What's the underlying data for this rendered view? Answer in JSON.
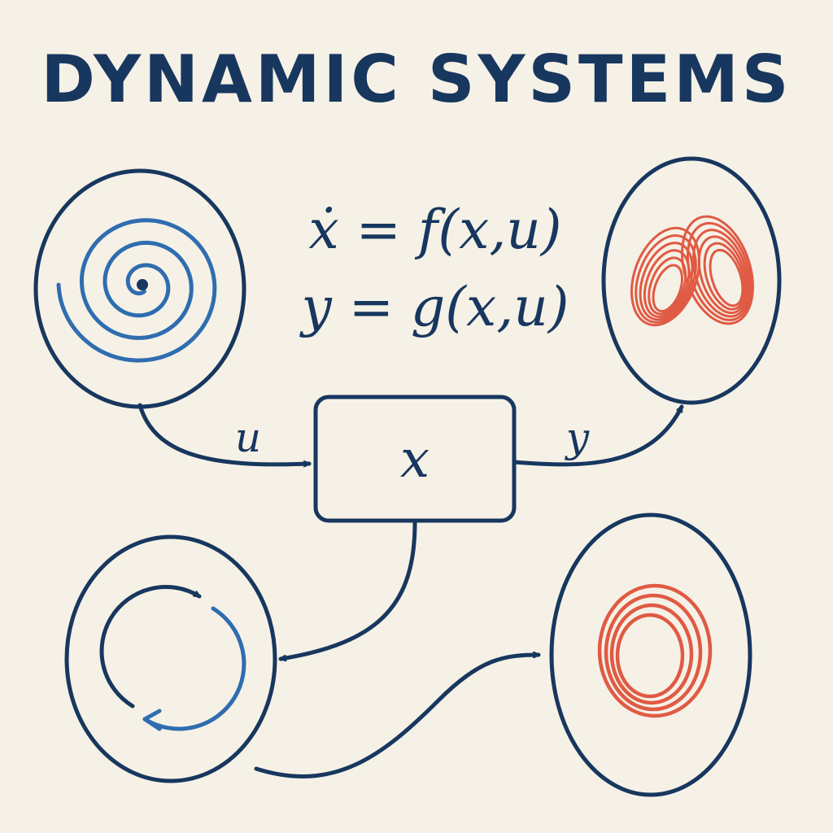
{
  "title": "DYNAMIC SYSTEMS",
  "equations": {
    "state": "ẋ = f(x,u)",
    "output": "y = g(x,u)"
  },
  "block": {
    "state_label": "x"
  },
  "signals": {
    "input_label": "u",
    "output_label": "y"
  },
  "colors": {
    "navy": "#17375f",
    "blue": "#2f6db0",
    "red": "#e05a44",
    "background": "#f6f1e6"
  }
}
